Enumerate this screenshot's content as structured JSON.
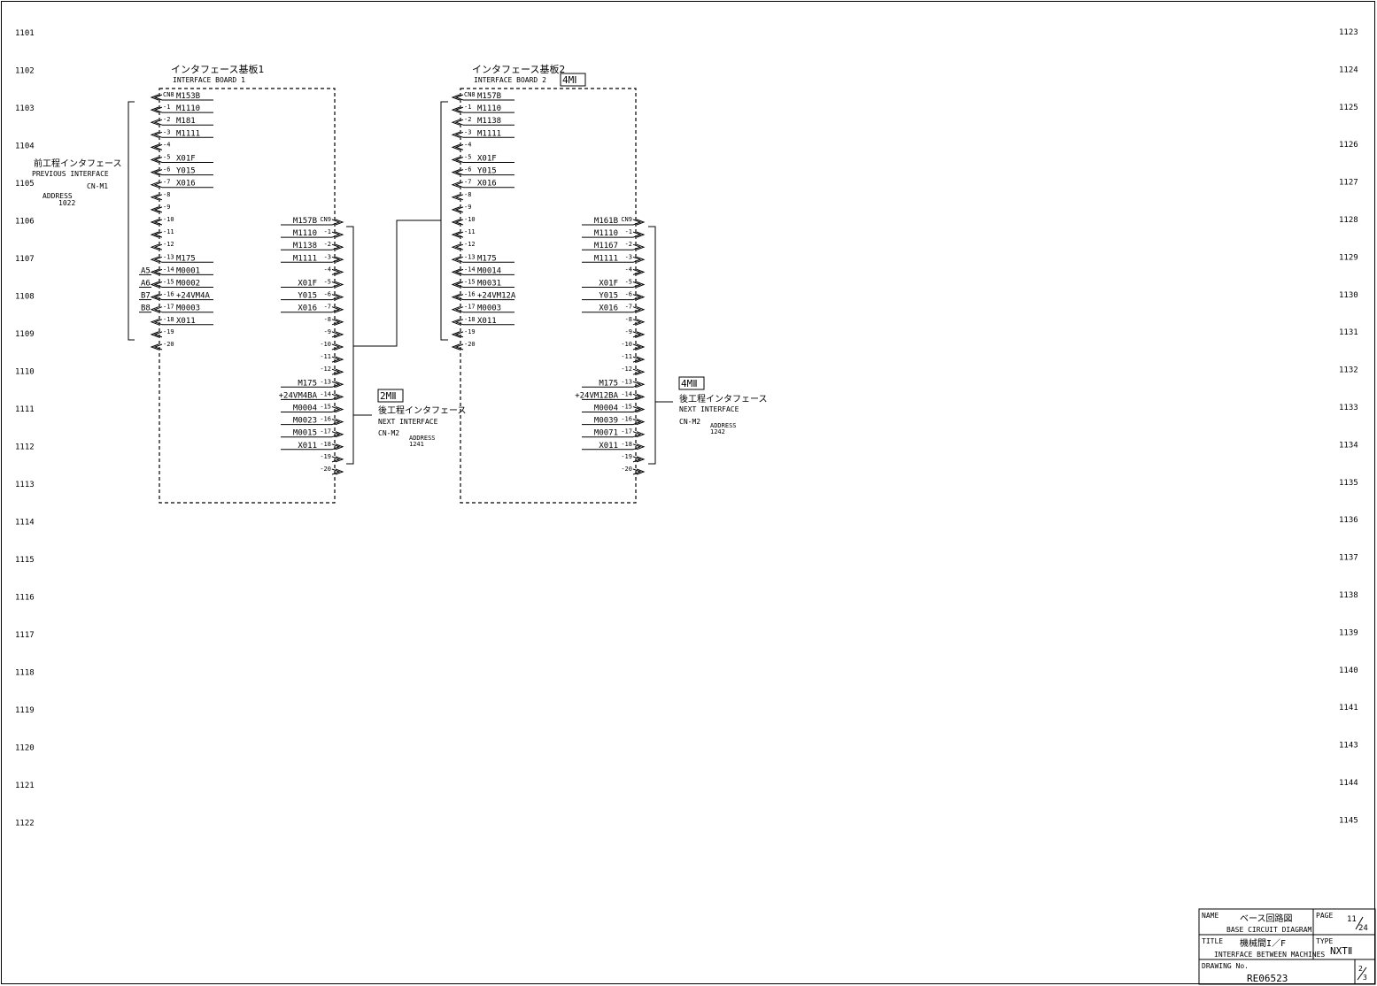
{
  "row_labels_left": [
    "1101",
    "1102",
    "1103",
    "1104",
    "1105",
    "1106",
    "1107",
    "1108",
    "1109",
    "1110",
    "1111",
    "1112",
    "1113",
    "1114",
    "1115",
    "1116",
    "1117",
    "1118",
    "1119",
    "1120",
    "1121",
    "1122"
  ],
  "row_labels_right": [
    "1123",
    "1124",
    "1125",
    "1126",
    "1127",
    "1128",
    "1129",
    "1130",
    "1131",
    "1132",
    "1133",
    "1134",
    "1135",
    "1136",
    "1137",
    "1138",
    "1139",
    "1140",
    "1141",
    "1143",
    "1144",
    "1145"
  ],
  "previous_interface": {
    "jp": "前工程インタフェース",
    "en": "PREVIOUS INTERFACE",
    "connector": "CN-M1",
    "address_label": "ADDRESS",
    "address": "1022"
  },
  "board1": {
    "title_jp": "インタフェース基板1",
    "title_en": "INTERFACE BOARD 1",
    "left_pins": [
      "CN8",
      "-1",
      "-2",
      "-3",
      "-4",
      "-5",
      "-6",
      "-7",
      "-8",
      "-9",
      "-10",
      "-11",
      "-12",
      "-13",
      "-14",
      "-15",
      "-16",
      "-17",
      "-18",
      "-19",
      "-20"
    ],
    "left_signals": [
      "M153B",
      "M1110",
      "M181",
      "M1111",
      "",
      "X01F",
      "Y015",
      "X016",
      "",
      "",
      "",
      "",
      "",
      "M175",
      "M0001",
      "M0002",
      "+24VM4A",
      "M0003",
      "X011",
      "",
      ""
    ],
    "side_labels": [
      "A5",
      "A6",
      "B7",
      "B8"
    ],
    "right_pins": [
      "CN9",
      "-1",
      "-2",
      "-3",
      "-4",
      "-5",
      "-6",
      "-7",
      "-8",
      "-9",
      "-10",
      "-11",
      "-12",
      "-13",
      "-14",
      "-15",
      "-16",
      "-17",
      "-18",
      "-19",
      "-20"
    ],
    "right_signals": [
      "M157B",
      "M1110",
      "M1138",
      "M1111",
      "",
      "X01F",
      "Y015",
      "X016",
      "",
      "",
      "",
      "",
      "",
      "M175",
      "+24VM4BA",
      "M0004",
      "M0023",
      "M0015",
      "X011",
      "",
      ""
    ]
  },
  "board2": {
    "title_jp": "インタフェース基板2",
    "title_en": "INTERFACE BOARD 2",
    "tag": "4MⅠ",
    "left_pins": [
      "CN8",
      "-1",
      "-2",
      "-3",
      "-4",
      "-5",
      "-6",
      "-7",
      "-8",
      "-9",
      "-10",
      "-11",
      "-12",
      "-13",
      "-14",
      "-15",
      "-16",
      "-17",
      "-18",
      "-19",
      "-20"
    ],
    "left_signals": [
      "M157B",
      "M1110",
      "M1138",
      "M1111",
      "",
      "X01F",
      "Y015",
      "X016",
      "",
      "",
      "",
      "",
      "",
      "M175",
      "M0014",
      "M0031",
      "+24VM12A",
      "M0003",
      "X011",
      "",
      ""
    ],
    "right_pins": [
      "CN9",
      "-1",
      "-2",
      "-3",
      "-4",
      "-5",
      "-6",
      "-7",
      "-8",
      "-9",
      "-10",
      "-11",
      "-12",
      "-13",
      "-14",
      "-15",
      "-16",
      "-17",
      "-18",
      "-19",
      "-20"
    ],
    "right_signals": [
      "M161B",
      "M1110",
      "M1167",
      "M1111",
      "",
      "X01F",
      "Y015",
      "X016",
      "",
      "",
      "",
      "",
      "",
      "M175",
      "+24VM12BA",
      "M0004",
      "M0039",
      "M0071",
      "X011",
      "",
      ""
    ]
  },
  "next_interface_1": {
    "tag": "2MⅡ",
    "jp": "後工程インタフェース",
    "en": "NEXT INTERFACE",
    "connector": "CN-M2",
    "address_label": "ADDRESS",
    "address": "1241"
  },
  "next_interface_2": {
    "tag": "4MⅡ",
    "jp": "後工程インタフェース",
    "en": "NEXT INTERFACE",
    "connector": "CN-M2",
    "address_label": "ADDRESS",
    "address": "1242"
  },
  "title_block": {
    "name_label": "NAME",
    "name_jp": "ベース回路図",
    "name_en": "BASE CIRCUIT DIAGRAM",
    "page_label": "PAGE",
    "page_num": "11",
    "page_total": "24",
    "title_label": "TITLE",
    "title_jp": "機械間I／F",
    "title_en": "INTERFACE BETWEEN MACHINES",
    "type_label": "TYPE",
    "type_value": "NXTⅡ",
    "drawing_label": "DRAWING No.",
    "drawing_no": "RE06523",
    "sheet_num": "2",
    "sheet_total": "3"
  }
}
